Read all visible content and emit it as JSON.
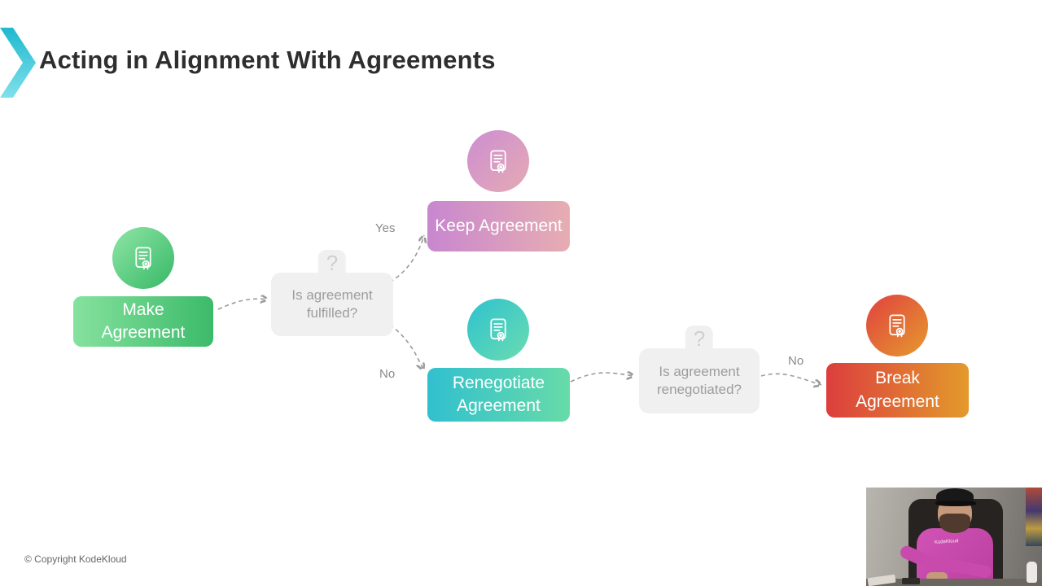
{
  "header": {
    "title": "Acting in Alignment With Agreements"
  },
  "flowchart": {
    "nodes": {
      "make": {
        "label": "Make Agreement"
      },
      "keep": {
        "label": "Keep Agreement"
      },
      "renegotiate": {
        "label": "Renegotiate Agreement"
      },
      "break": {
        "label": "Break Agreement"
      }
    },
    "decisions": {
      "fulfilled": {
        "label": "Is agreement fulfilled?",
        "mark": "?"
      },
      "renegotiated": {
        "label": "Is agreement renegotiated?",
        "mark": "?"
      }
    },
    "edges": {
      "yes": "Yes",
      "no_fulfilled": "No",
      "no_renegotiated": "No"
    }
  },
  "footer": {
    "copyright": "© Copyright KodeKloud"
  },
  "webcam": {
    "shirt_text": "KodeKloud"
  },
  "colors": {
    "accent_teal": "#2bc6d8",
    "make_gradient": [
      "#86e29e",
      "#3cba6a"
    ],
    "keep_gradient": [
      "#c887cf",
      "#e7adb2"
    ],
    "renegotiate_gradient": [
      "#31c0cf",
      "#67dba8"
    ],
    "break_gradient": [
      "#dc3e3e",
      "#e39a2b"
    ],
    "decision_bg": "#f0f0f0",
    "connector": "#9a9a9a",
    "title_text": "#2e2e2e"
  }
}
